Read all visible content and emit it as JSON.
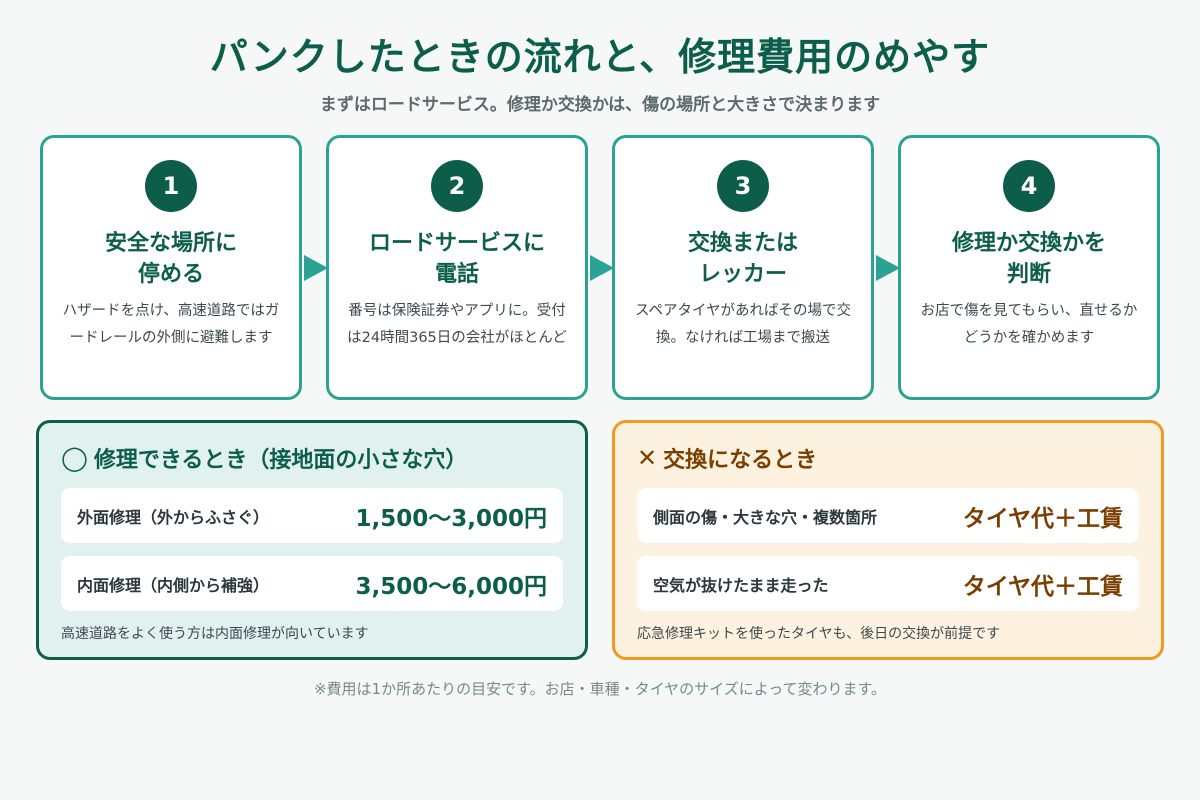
{
  "header": {
    "title": "パンクしたときの流れと、修理費用のめやす",
    "subtitle": "まずはロードサービス。修理か交換かは、傷の場所と大きさで決まります"
  },
  "steps": [
    {
      "num": "1",
      "title": "安全な場所に\n停める",
      "desc": "ハザードを点け、高速道路ではガードレールの外側に避難します"
    },
    {
      "num": "2",
      "title": "ロードサービスに\n電話",
      "desc": "番号は保険証券やアプリに。受付は24時間365日の会社がほとんど"
    },
    {
      "num": "3",
      "title": "交換または\nレッカー",
      "desc": "スペアタイヤがあればその場で交換。なければ工場まで搬送"
    },
    {
      "num": "4",
      "title": "修理か交換かを\n判断",
      "desc": "お店で傷を見てもらい、直せるかどうかを確かめます"
    }
  ],
  "repair": {
    "icon": "◯",
    "heading": "修理できるとき（接地面の小さな穴）",
    "rows": [
      {
        "label": "外面修理（外からふさぐ）",
        "value": "1,500〜3,000円"
      },
      {
        "label": "内面修理（内側から補強）",
        "value": "3,500〜6,000円"
      }
    ],
    "note": "高速道路をよく使う方は内面修理が向いています"
  },
  "replace": {
    "icon": "✕",
    "heading": "交換になるとき",
    "rows": [
      {
        "label": "側面の傷・大きな穴・複数箇所",
        "value": "タイヤ代＋工賃"
      },
      {
        "label": "空気が抜けたまま走った",
        "value": "タイヤ代＋工賃"
      }
    ],
    "note": "応急修理キットを使ったタイヤも、後日の交換が前提です"
  },
  "footnote": "※費用は1か所あたりの目安です。お店・車種・タイヤのサイズによって変わります。",
  "colors": {
    "primary": "#0c5e4a",
    "teal": "#2aa393",
    "orange": "#f29a1f",
    "brown": "#7a3f00"
  }
}
